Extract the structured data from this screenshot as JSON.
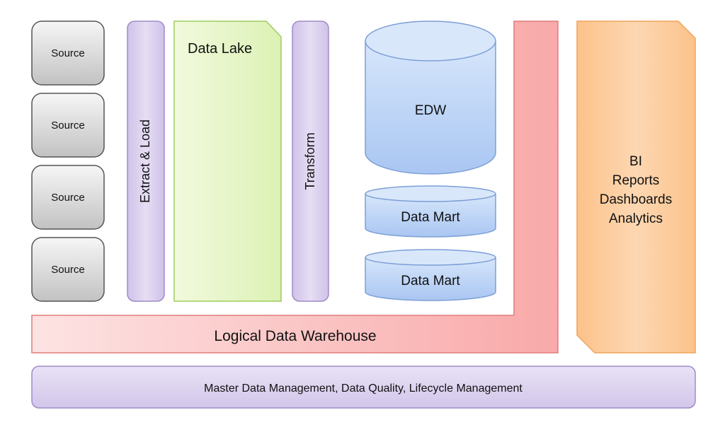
{
  "sources": [
    {
      "label": "Source"
    },
    {
      "label": "Source"
    },
    {
      "label": "Source"
    },
    {
      "label": "Source"
    }
  ],
  "extract_load": {
    "label": "Extract & Load"
  },
  "data_lake": {
    "label": "Data Lake"
  },
  "transform": {
    "label": "Transform"
  },
  "edw": {
    "label": "EDW"
  },
  "data_marts": [
    {
      "label": "Data Mart"
    },
    {
      "label": "Data Mart"
    }
  ],
  "logical_dw": {
    "label": "Logical Data Warehouse"
  },
  "bi": {
    "lines": [
      "BI",
      "Reports",
      "Dashboards",
      "Analytics"
    ]
  },
  "master_data": {
    "label": "Master Data Management, Data Quality, Lifecycle Management"
  },
  "colors": {
    "source_fill_top": "#f4f4f4",
    "source_fill_bottom": "#c8c8c8",
    "purple_fill": "#ddd3ee",
    "purple_stroke": "#a58fcb",
    "lake_fill": "#e8f6c8",
    "lake_stroke": "#9fcc5e",
    "blue_fill": "#bcd4f6",
    "blue_stroke": "#7c9fd6",
    "red_fill": "#fbc3c3",
    "red_stroke": "#e58d8d",
    "orange_fill": "#fdcfa0",
    "orange_stroke": "#f2a65a"
  }
}
